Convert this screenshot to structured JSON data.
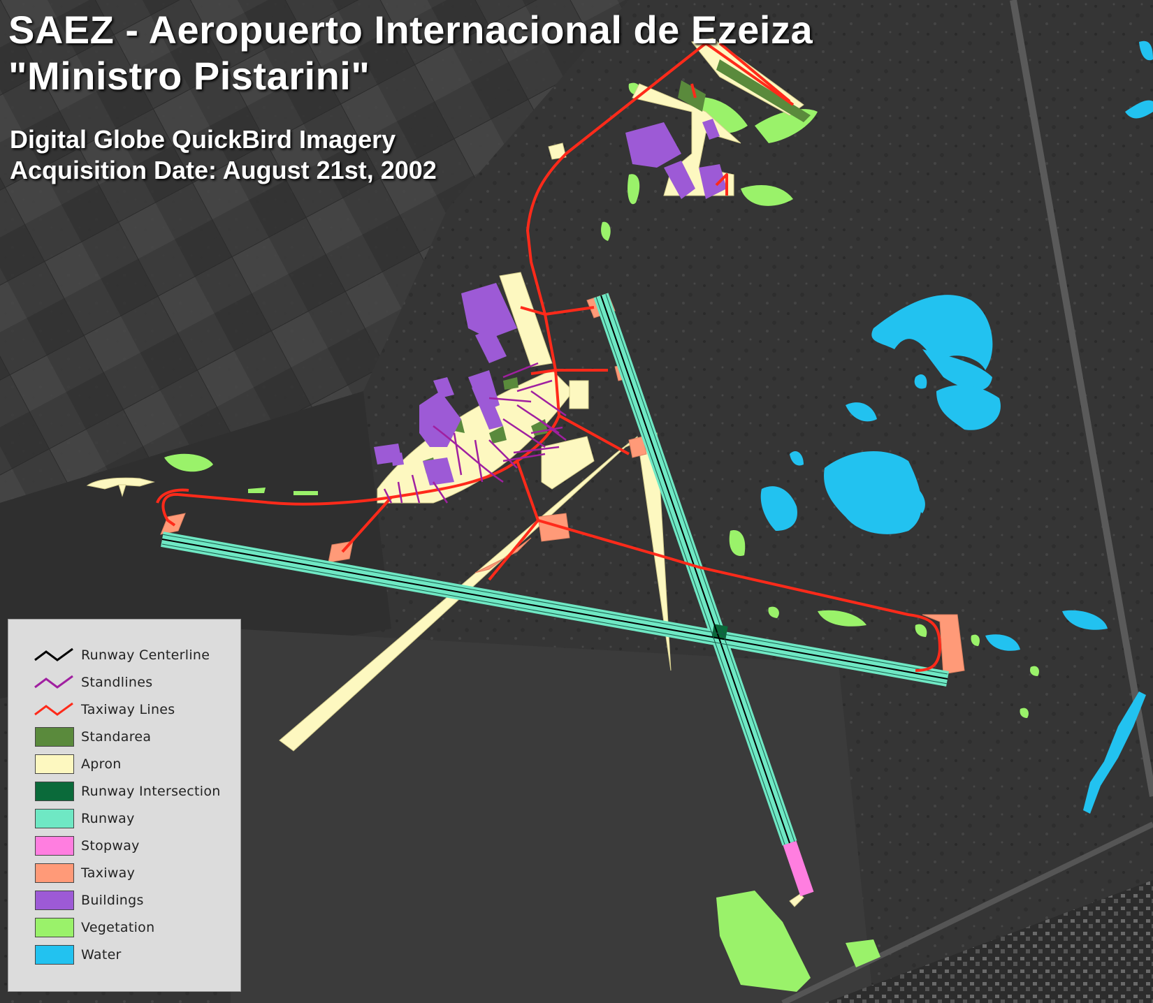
{
  "title": {
    "line1": "SAEZ - Aeropuerto Internacional de Ezeiza",
    "line2": "\"Ministro Pistarini\""
  },
  "subtitle": {
    "line1": "Digital Globe QuickBird Imagery",
    "line2": "Acquisition Date: August 21st, 2002"
  },
  "legend": {
    "items": [
      {
        "label": "Runway Centerline",
        "kind": "line",
        "color": "#000000"
      },
      {
        "label": "Standlines",
        "kind": "line",
        "color": "#a020a0"
      },
      {
        "label": "Taxiway Lines",
        "kind": "line",
        "color": "#ff2a1a"
      },
      {
        "label": "Standarea",
        "kind": "fill",
        "color": "#5a8a3c"
      },
      {
        "label": "Apron",
        "kind": "fill",
        "color": "#fdf8c0"
      },
      {
        "label": "Runway Intersection",
        "kind": "fill",
        "color": "#0a6a3a"
      },
      {
        "label": "Runway",
        "kind": "fill",
        "color": "#6fe8c4"
      },
      {
        "label": "Stopway",
        "kind": "fill",
        "color": "#ff7ee0"
      },
      {
        "label": "Taxiway",
        "kind": "fill",
        "color": "#ff9a78"
      },
      {
        "label": "Buildings",
        "kind": "fill",
        "color": "#9d5ad6"
      },
      {
        "label": "Vegetation",
        "kind": "fill",
        "color": "#9af26a"
      },
      {
        "label": "Water",
        "kind": "fill",
        "color": "#22c2f0"
      }
    ]
  },
  "colors": {
    "imagery_base": "#3a3a3a",
    "runway": "#6fe8c4",
    "runway_intersection": "#0a6a3a",
    "taxiway": "#ff9a78",
    "taxiway_lines": "#ff2a1a",
    "apron": "#fdf8c0",
    "standarea": "#5a8a3c",
    "standlines": "#a020a0",
    "stopway": "#ff7ee0",
    "buildings": "#9d5ad6",
    "vegetation": "#9af26a",
    "water": "#22c2f0"
  }
}
